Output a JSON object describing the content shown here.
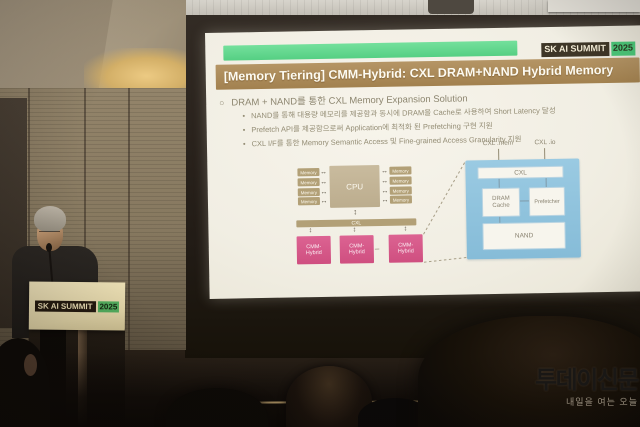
{
  "slide": {
    "brand": {
      "name": "SK AI SUMMIT",
      "year": "2025"
    },
    "title": "[Memory Tiering] CMM-Hybrid: CXL DRAM+NAND Hybrid Memory",
    "heading": "DRAM + NAND를 통한 CXL Memory Expansion Solution",
    "bullets": [
      "NAND를 통해 대용량 메모리를 제공함과 동시에 DRAM을 Cache로 사용하여 Short Latency 달성",
      "Prefetch API를 제공함으로써 Application에 최적화 된 Prefetching 구현 지원",
      "CXL I/F를 통한 Memory Semantic Access 및 Fine-grained Access Granularity 지원"
    ],
    "diagram_left": {
      "memory": "Memory",
      "cpu": "CPU",
      "cxl": "CXL",
      "cmm_line1": "CMM-",
      "cmm_line2": "Hybrid",
      "more": "–",
      "arrow_h": "↔",
      "arrow_v": "↕"
    },
    "diagram_right": {
      "port_mem": "CXL .mem",
      "port_io": "CXL .io",
      "cxl": "CXL",
      "dram_line1": "DRAM",
      "dram_line2": "Cache",
      "prefetcher": "Prefetcher",
      "nand": "NAND"
    },
    "colors": {
      "green_bar": "#63d98c",
      "title_bar": "#ac8c5a",
      "tan_block": "#b2a077",
      "pink_block": "#d75d8c",
      "blue_panel": "#92c4de",
      "brand_green": "#4cc97a"
    }
  },
  "podium_sign": {
    "brand": "SK AI SUMMIT",
    "year": "2025"
  },
  "watermark": {
    "logo": "투데이신문",
    "tagline": "내일을 여는 오늘"
  }
}
